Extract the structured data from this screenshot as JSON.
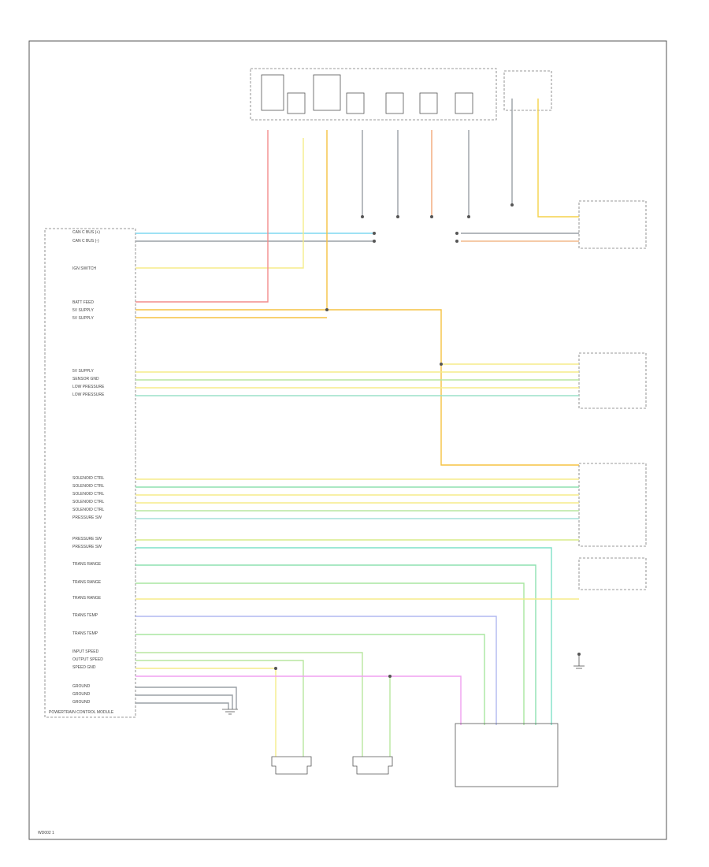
{
  "ecm_left_labels": [
    "CAN C BUS (+)",
    "CAN C BUS (-)",
    "",
    "IGN SWITCH",
    "",
    "BATT FEED",
    "5V SUPPLY",
    "5V SUPPLY",
    "5V SUPPLY",
    "SENSOR GND",
    "LOW PRESSURE",
    "LOW PRESSURE",
    "SOLENOID CTRL",
    "SOLENOID CTRL",
    "SOLENOID CTRL",
    "SOLENOID CTRL",
    "SOLENOID CTRL",
    "PRESSURE SW",
    "PRESSURE SW",
    "PRESSURE SW",
    "TRANS RANGE",
    "TRANS RANGE",
    "TRANS RANGE",
    "TRANS TEMP",
    "TRANS TEMP",
    "INPUT SPEED",
    "OUTPUT SPEED",
    "SPEED GND",
    "GROUND",
    "GROUND",
    "GROUND"
  ],
  "ecm_title": "POWERTRAIN CONTROL MODULE",
  "footer_code": "WD002 1"
}
